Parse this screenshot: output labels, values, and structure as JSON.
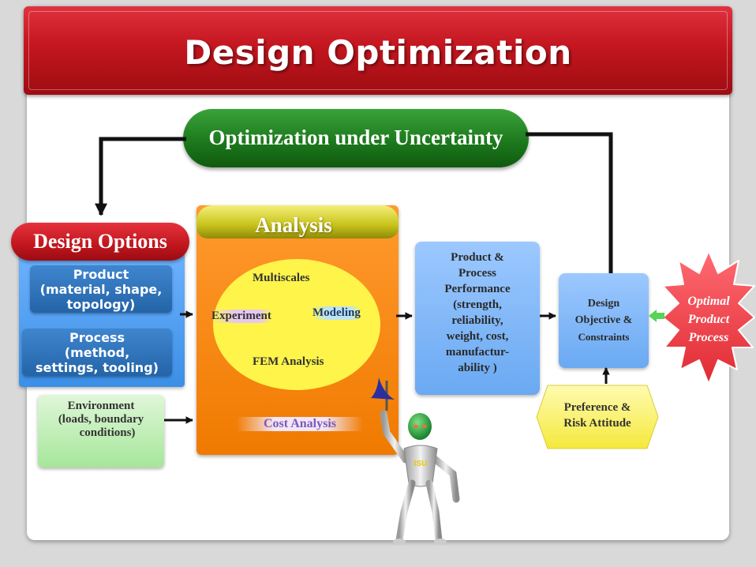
{
  "title": "Design Optimization",
  "loop_label": "Optimization under Uncertainty",
  "design_options": {
    "header": "Design Options",
    "product_lines": [
      "Product",
      "(material, shape,",
      "topology)"
    ],
    "process_lines": [
      "Process",
      "(method,",
      "settings, tooling)"
    ]
  },
  "environment_lines": [
    "Environment",
    "(loads, boundary",
    "conditions)"
  ],
  "analysis": {
    "header": "Analysis",
    "multiscales": "Multiscales",
    "experiment": "Experiment",
    "modeling": "Modeling",
    "fem": "FEM Analysis",
    "cost": "Cost Analysis"
  },
  "performance_lines": [
    "Product &",
    "Process",
    "Performance",
    "(strength,",
    "reliability,",
    "weight, cost,",
    "manufactur-",
    "ability )"
  ],
  "objective_lines": [
    "Design",
    "Objective &",
    "Constraints"
  ],
  "preference_lines": [
    "Preference &",
    "Risk Attitude"
  ],
  "optimal_lines": [
    "Optimal",
    "Product",
    "Process"
  ],
  "figure_badge": "ISU",
  "colors": {
    "title_red": "#c4161f",
    "loop_green": "#1d7a1d",
    "options_blue": "#3b8fe6",
    "analysis_orange": "#f07a00",
    "ellipse_yellow": "#fff44a",
    "burst_red": "#f0414a"
  }
}
